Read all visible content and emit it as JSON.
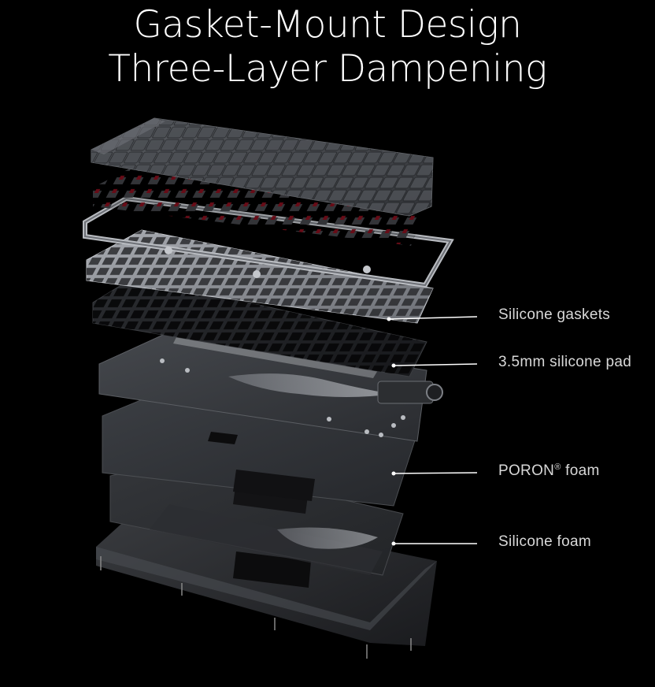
{
  "title": {
    "line1": "Gasket-Mount Design",
    "line2": "Three-Layer Dampening"
  },
  "callouts": [
    {
      "label": "Silicone gaskets"
    },
    {
      "label": "3.5mm silicone pad"
    },
    {
      "label": "PORON",
      "mark": "®",
      "suffix": " foam"
    },
    {
      "label": "Silicone foam"
    }
  ],
  "layers": [
    "keycaps-layer",
    "switches-layer",
    "plate-frame-layer",
    "silicone-pad-layer",
    "pcb-layer",
    "poron-foam-layer",
    "silicone-foam-layer",
    "bottom-case-layer"
  ],
  "colors": {
    "background": "#000000",
    "text": "#ffffff",
    "callout_text": "#d8d8d8",
    "switch_stem": "#7a0f1c"
  }
}
